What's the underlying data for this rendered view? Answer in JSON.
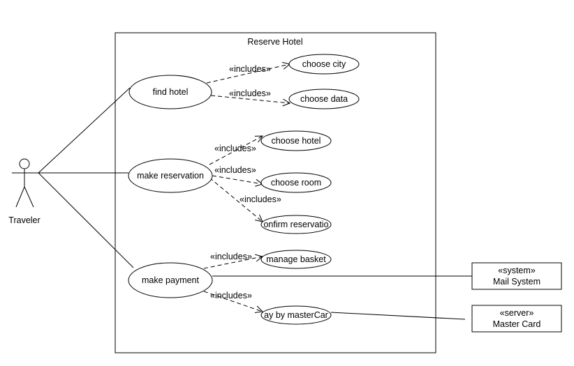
{
  "system_boundary": {
    "title": "Reserve Hotel"
  },
  "actor": {
    "label": "Traveler"
  },
  "use_cases": {
    "find_hotel": "find hotel",
    "make_reservation": "make reservation",
    "make_payment": "make payment",
    "choose_city": "choose city",
    "choose_data": "choose data",
    "choose_hotel": "choose hotel",
    "choose_room": "choose room",
    "confirm_reservation": "onfirm reservatio",
    "manage_basket": "manage basket",
    "pay_by_mastercard": "ay by masterCar"
  },
  "include_label": "«includes»",
  "external_systems": {
    "mail_system": {
      "stereotype": "«system»",
      "name": "Mail System"
    },
    "master_card": {
      "stereotype": "«server»",
      "name": "Master Card"
    }
  }
}
